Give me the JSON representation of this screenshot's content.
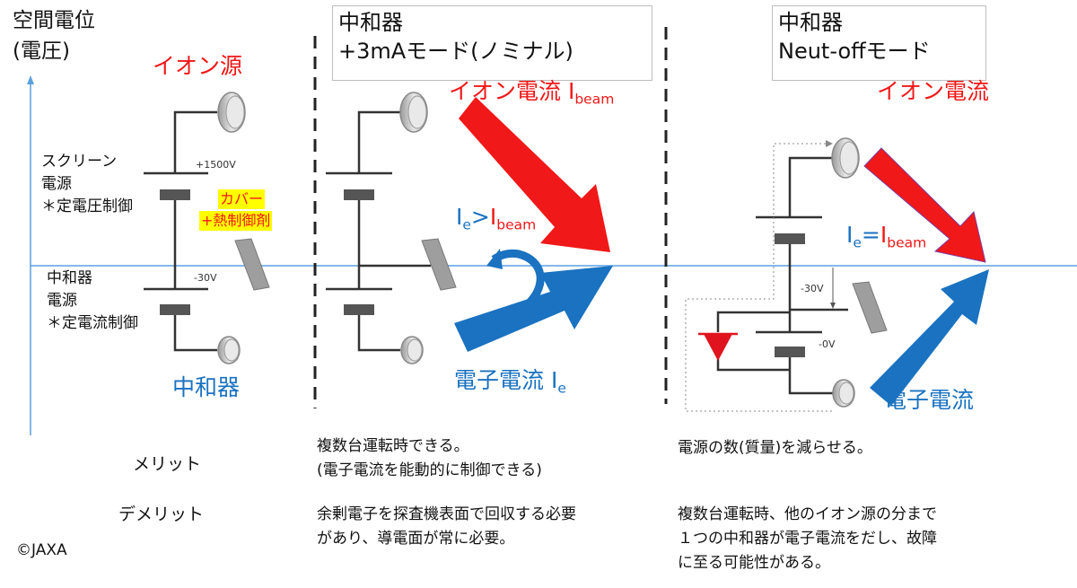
{
  "axis": {
    "label_line1": "空間電位",
    "label_line2": "(電圧)"
  },
  "left_panel": {
    "ion_source_label": "イオン源",
    "screen_supply": [
      "スクリーン",
      "電源",
      "＊定電圧制御"
    ],
    "neutralizer_supply": [
      "中和器",
      "電源",
      "＊定電流制御"
    ],
    "neutralizer_label": "中和器",
    "cover_label": [
      "カバー",
      "+熱制御剤"
    ],
    "v_plus": "+1500V",
    "v_minus": "-30V"
  },
  "middle_panel": {
    "title": [
      "中和器",
      "+3mAモード(ノミナル)"
    ],
    "ion_current": "イオン電流 I",
    "ion_current_sub": "beam",
    "inequality_ie": "I",
    "inequality_ie_sub": "e",
    "inequality_op": ">",
    "inequality_ib": "I",
    "inequality_ib_sub": "beam",
    "electron_current": "電子電流 I",
    "electron_current_sub": "e"
  },
  "right_panel": {
    "title": [
      "中和器",
      "Neut-offモード"
    ],
    "ion_current": "イオン電流",
    "equality_ie": "I",
    "equality_ie_sub": "e",
    "equality_op": "=",
    "equality_ib": "I",
    "equality_ib_sub": "beam",
    "electron_current": "電子電流",
    "v_minus": "-30V",
    "v_zero": "-0V"
  },
  "table": {
    "merit_label": "メリット",
    "demerit_label": "デメリット",
    "middle_merit": [
      "複数台運転時できる。",
      "(電子電流を能動的に制御できる)"
    ],
    "middle_demerit": [
      "余剰電子を探査機表面で回収する必要",
      "があり、導電面が常に必要。"
    ],
    "right_merit": [
      "電源の数(質量)を減らせる。"
    ],
    "right_demerit": [
      "複数台運転時、他のイオン源の分まで",
      "１つの中和器が電子電流をだし、故障",
      "に至る可能性がある。"
    ]
  },
  "credit": "©JAXA",
  "colors": {
    "red": "#f01818",
    "blue": "#1a72c0",
    "axis": "#5aa0e0",
    "dark": "#555555",
    "grey": "#d6d6d6"
  }
}
